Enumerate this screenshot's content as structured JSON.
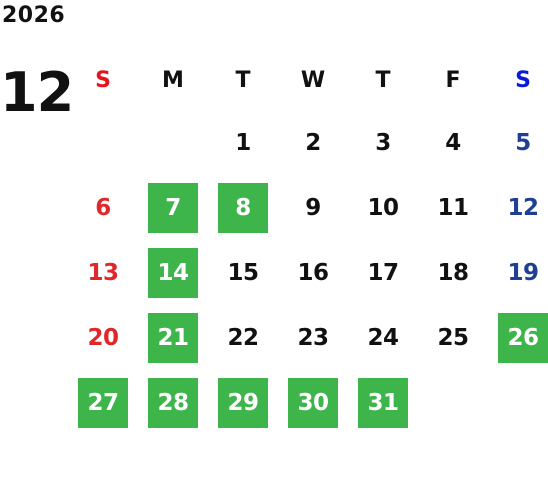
{
  "calendar": {
    "year": "2026",
    "month": "12",
    "weekdays": [
      "S",
      "M",
      "T",
      "W",
      "T",
      "F",
      "S"
    ],
    "leading_blank_days": 2,
    "days": [
      "1",
      "2",
      "3",
      "4",
      "5",
      "6",
      "7",
      "8",
      "9",
      "10",
      "11",
      "12",
      "13",
      "14",
      "15",
      "16",
      "17",
      "18",
      "19",
      "20",
      "21",
      "22",
      "23",
      "24",
      "25",
      "26",
      "27",
      "28",
      "29",
      "30",
      "31"
    ],
    "highlighted_days": [
      "7",
      "8",
      "14",
      "21",
      "26",
      "27",
      "28",
      "29",
      "30",
      "31"
    ]
  },
  "colors": {
    "text": "#111111",
    "sunday_header": "#e5151b",
    "saturday_header": "#0a1ad8",
    "sunday": "#e0282a",
    "saturday": "#1f3f92",
    "highlight_bg": "#3db54a",
    "highlight_text": "#ffffff"
  }
}
